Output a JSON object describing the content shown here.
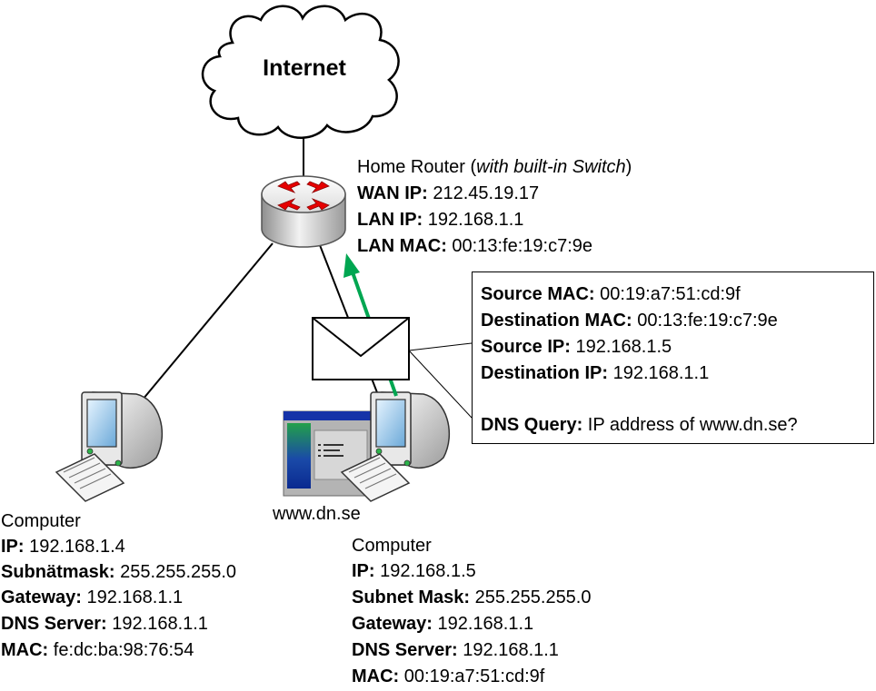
{
  "cloud": {
    "label": "Internet"
  },
  "router": {
    "title": "Home Router (",
    "title_italic": "with built-in Switch",
    "title_end": ")",
    "fields": [
      {
        "key": "WAN IP:",
        "value": " 212.45.19.17"
      },
      {
        "key": "LAN IP:",
        "value": " 192.168.1.1"
      },
      {
        "key": "LAN MAC:",
        "value": " 00:13:fe:19:c7:9e"
      }
    ]
  },
  "packet": {
    "fields": [
      {
        "key": "Source MAC:",
        "value": " 00:19:a7:51:cd:9f"
      },
      {
        "key": "Destination MAC:",
        "value": " 00:13:fe:19:c7:9e"
      },
      {
        "key": "Source IP:",
        "value": " 192.168.1.5"
      },
      {
        "key": "Destination IP:",
        "value": " 192.168.1.1"
      }
    ],
    "query": {
      "key": "DNS Query:",
      "value": " IP address of www.dn.se?"
    }
  },
  "browser": {
    "label": "www.dn.se"
  },
  "computer_left": {
    "title": "Computer",
    "fields": [
      {
        "key": "IP:",
        "value": " 192.168.1.4"
      },
      {
        "key": "Subnätmask:",
        "value": " 255.255.255.0"
      },
      {
        "key": "Gateway:",
        "value": " 192.168.1.1"
      },
      {
        "key": "DNS Server:",
        "value": " 192.168.1.1"
      },
      {
        "key": "MAC:",
        "value": " fe:dc:ba:98:76:54"
      }
    ]
  },
  "computer_right": {
    "title": "Computer",
    "fields": [
      {
        "key": "IP:",
        "value": " 192.168.1.5"
      },
      {
        "key": "Subnet Mask:",
        "value": " 255.255.255.0"
      },
      {
        "key": "Gateway:",
        "value": " 192.168.1.1"
      },
      {
        "key": "DNS Server:",
        "value": " 192.168.1.1"
      },
      {
        "key": "MAC:",
        "value": " 00:19:a7:51:cd:9f"
      }
    ]
  },
  "colors": {
    "arrow": "#00a651",
    "router_arrows": "#e60000"
  }
}
